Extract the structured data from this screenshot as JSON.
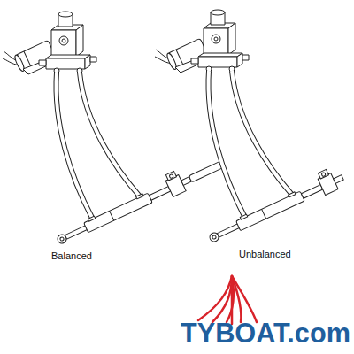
{
  "diagram": {
    "labels": [
      "Balanced",
      "Unbalanced",
      "TYBOAT.com"
    ]
  }
}
